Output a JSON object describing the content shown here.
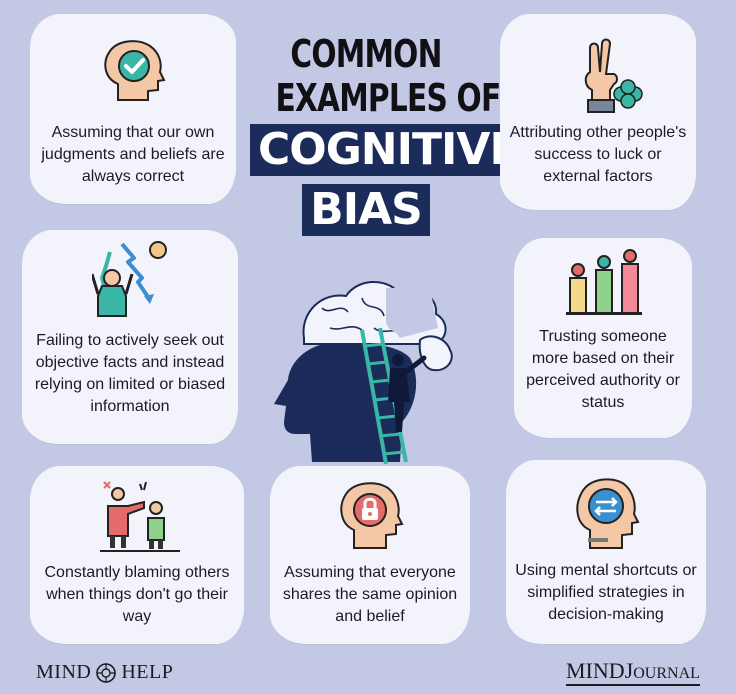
{
  "title": {
    "line1": "COMMON",
    "line2": "EXAMPLES OF",
    "line3": "COGNITIVE",
    "line4": "BIAS"
  },
  "cards": [
    {
      "text": "Assuming that our own judgments and beliefs are always correct",
      "icon": "head-checkmark-icon"
    },
    {
      "text": "Attributing other people's success to luck or external factors",
      "icon": "crossed-fingers-clover-icon"
    },
    {
      "text": "Failing to actively seek out objective facts and instead relying on limited or biased information",
      "icon": "confused-person-arrows-icon"
    },
    {
      "text": "Trusting someone more based on their perceived authority or status",
      "icon": "podium-people-icon"
    },
    {
      "text": "Constantly blaming others when things don't go their way",
      "icon": "blaming-people-icon"
    },
    {
      "text": "Assuming that everyone shares the same opinion and belief",
      "icon": "head-lock-icon"
    },
    {
      "text": "Using mental shortcuts or simplified strategies in decision-making",
      "icon": "head-arrows-icon"
    }
  ],
  "brands": {
    "left_1": "MIND",
    "left_2": "HELP",
    "right_1": "MIND",
    "right_2": "J",
    "right_3": "OURNAL"
  },
  "colors": {
    "background": "#c3c9e4",
    "card": "#f3f4fb",
    "title_band": "#1b2c5a",
    "accent_teal": "#39b6a6",
    "accent_peach": "#f4c7a6",
    "accent_red": "#e56a6a"
  }
}
